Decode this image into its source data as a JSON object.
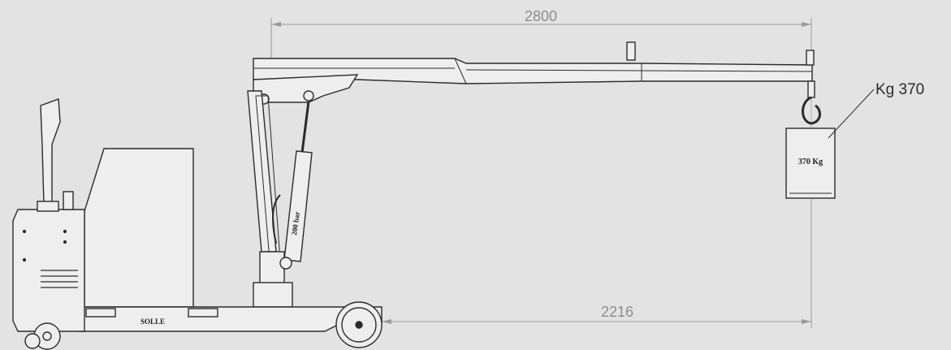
{
  "dimensions": {
    "reach_label": "2800",
    "base_label": "2216"
  },
  "load": {
    "callout_label": "Kg 370",
    "plate_label": "370 Kg"
  },
  "cylinder": {
    "rating_label": "200 bar"
  },
  "chassis": {
    "plate_label": "SOLLE"
  },
  "colors": {
    "background": "#e3e3e3",
    "line": "#2b2b2b",
    "body_fill": "#eeeeee",
    "dimension": "#9a9a9a"
  }
}
